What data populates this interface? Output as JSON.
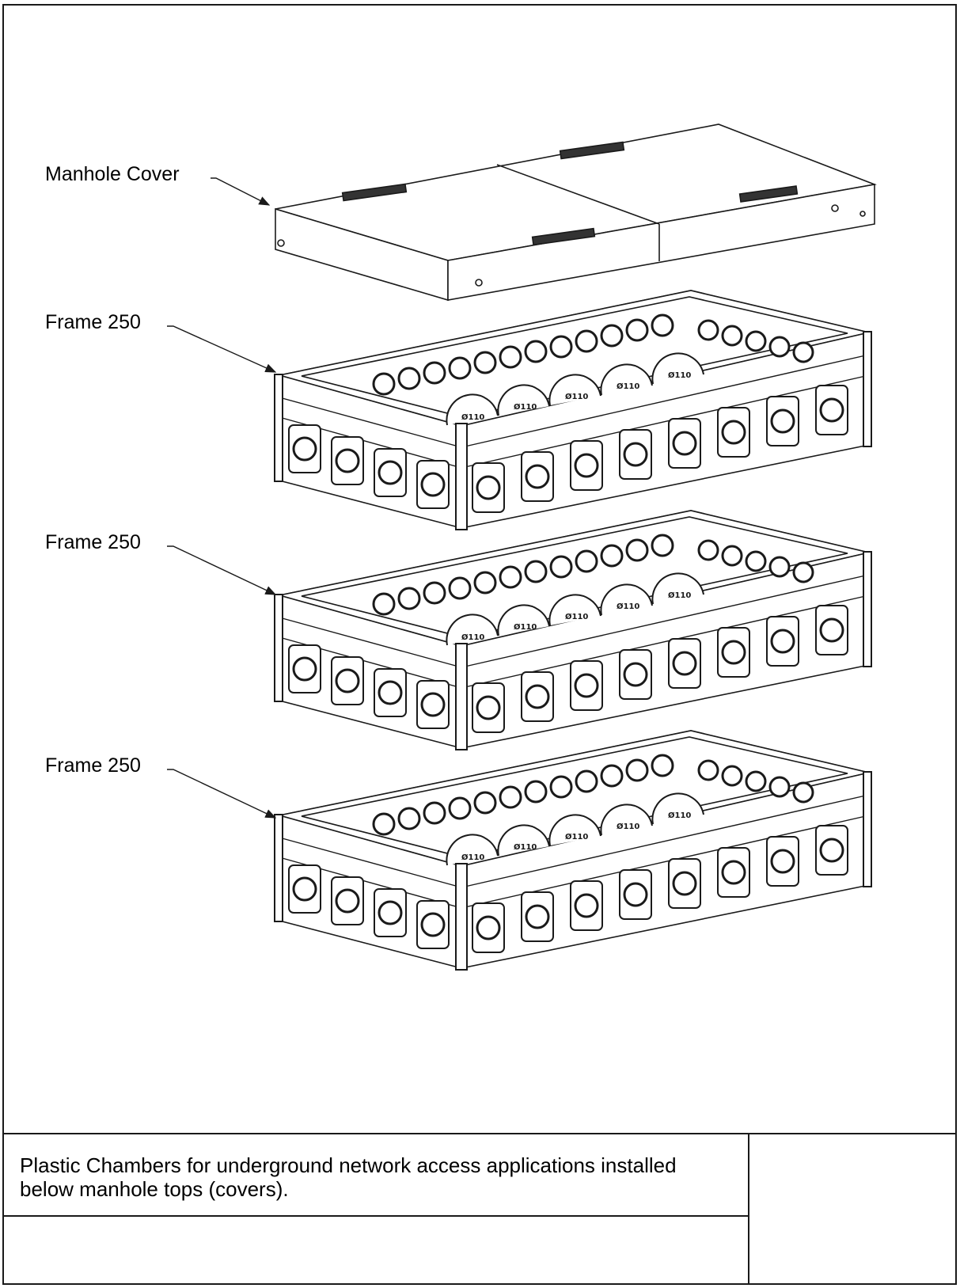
{
  "callouts": {
    "cover": "Manhole Cover",
    "frame_1": "Frame 250",
    "frame_2": "Frame 250",
    "frame_3": "Frame 250"
  },
  "frames": [
    {
      "port_label": "Ø110"
    },
    {
      "port_label": "Ø110"
    },
    {
      "port_label": "Ø110"
    }
  ],
  "title_block": {
    "description": "Plastic Chambers for underground network access applications installed below manhole tops (covers)."
  },
  "colors": {
    "line": "#1a1a1a",
    "fill": "#ffffff",
    "dark": "#222222"
  }
}
